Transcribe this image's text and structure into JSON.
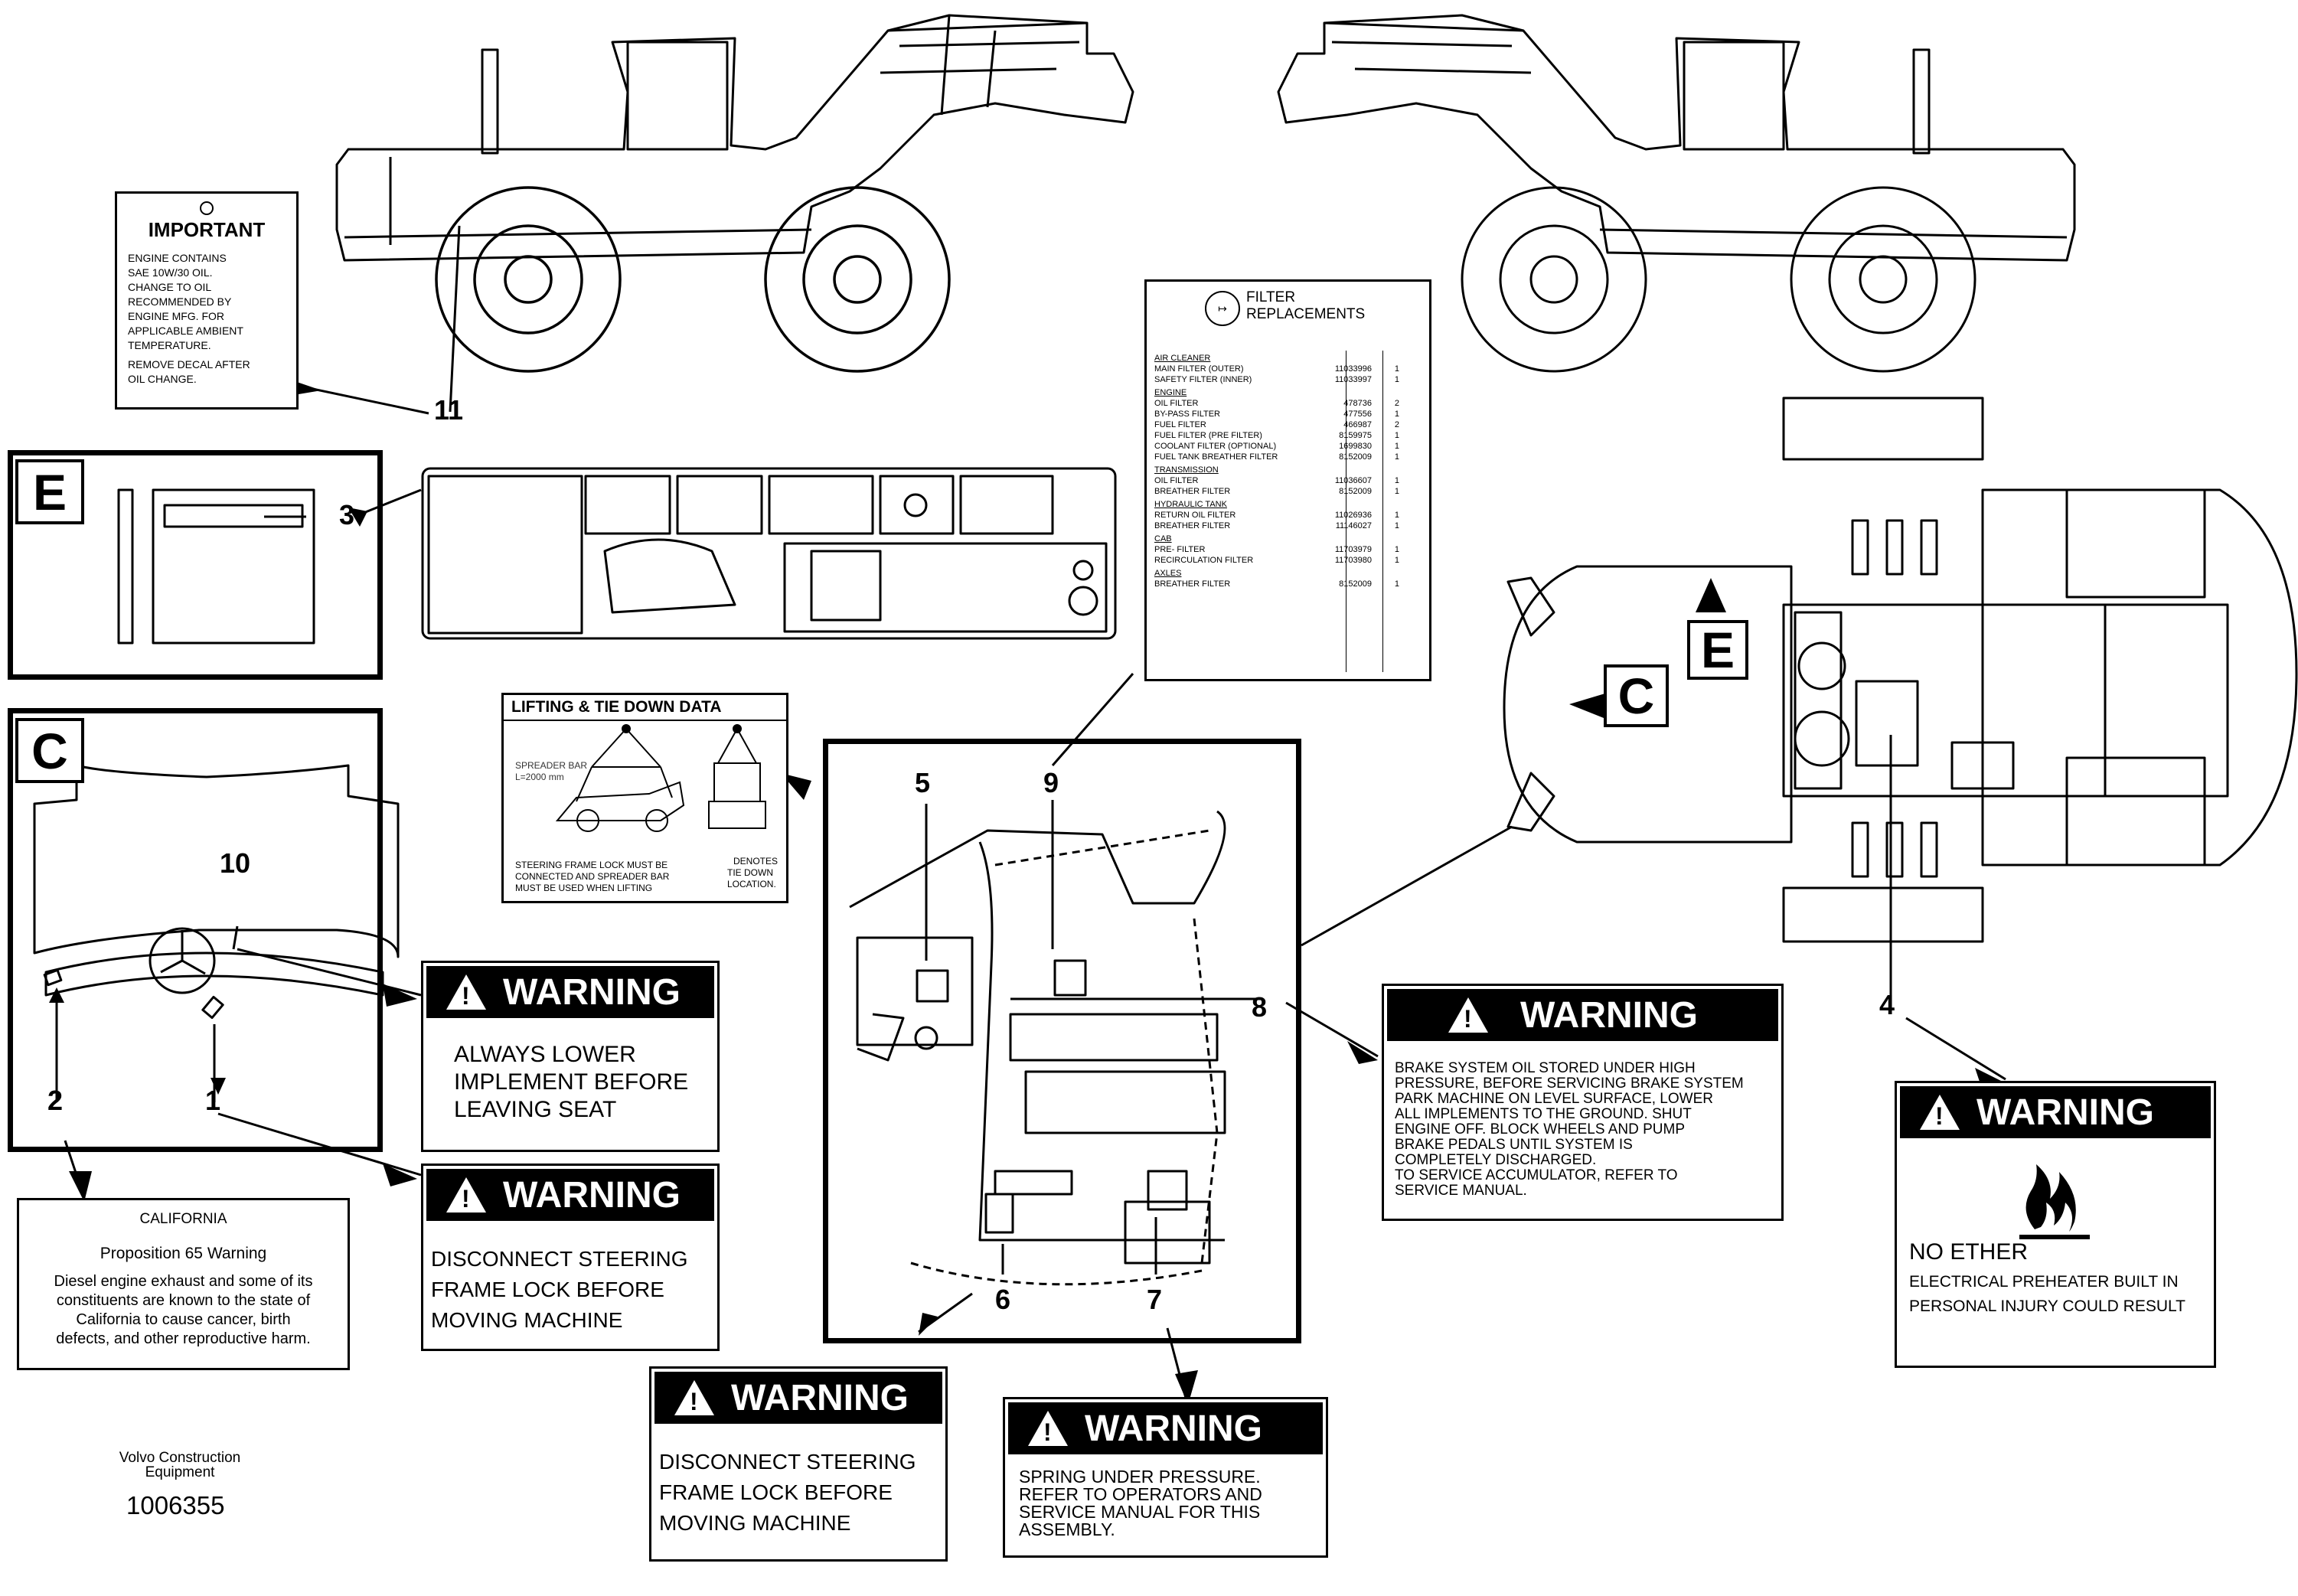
{
  "callouts": {
    "c1": "1",
    "c2": "2",
    "c3": "3",
    "c4": "4",
    "c5": "5",
    "c6": "6",
    "c7": "7",
    "c8": "8",
    "c9": "9",
    "c10": "10",
    "c11": "11"
  },
  "section_letters": {
    "e": "E",
    "c": "C"
  },
  "important_decal": {
    "title": "IMPORTANT",
    "lines": [
      "ENGINE CONTAINS",
      "SAE 10W/30 OIL.",
      "CHANGE TO OIL",
      "RECOMMENDED BY",
      "ENGINE MFG. FOR",
      "APPLICABLE AMBIENT",
      "TEMPERATURE.",
      "REMOVE DECAL AFTER",
      "OIL CHANGE."
    ]
  },
  "filter_decal": {
    "title_line1": "FILTER",
    "title_line2": "REPLACEMENTS",
    "sections": [
      {
        "name": "AIR CLEANER",
        "rows": [
          [
            "MAIN FILTER (OUTER)",
            "11033996",
            "1"
          ],
          [
            "SAFETY FILTER (INNER)",
            "11033997",
            "1"
          ]
        ]
      },
      {
        "name": "ENGINE",
        "rows": [
          [
            "OIL FILTER",
            "478736",
            "2"
          ],
          [
            "BY-PASS FILTER",
            "477556",
            "1"
          ],
          [
            "FUEL FILTER",
            "466987",
            "2"
          ],
          [
            "FUEL FILTER (PRE FILTER)",
            "8159975",
            "1"
          ],
          [
            "COOLANT FILTER (OPTIONAL)",
            "1699830",
            "1"
          ],
          [
            "FUEL TANK BREATHER FILTER",
            "8152009",
            "1"
          ]
        ]
      },
      {
        "name": "TRANSMISSION",
        "rows": [
          [
            "OIL FILTER",
            "11036607",
            "1"
          ],
          [
            "BREATHER FILTER",
            "8152009",
            "1"
          ]
        ]
      },
      {
        "name": "HYDRAULIC TANK",
        "rows": [
          [
            "RETURN OIL FILTER",
            "11026936",
            "1"
          ],
          [
            "BREATHER FILTER",
            "11146027",
            "1"
          ]
        ]
      },
      {
        "name": "CAB",
        "rows": [
          [
            "PRE- FILTER",
            "11703979",
            "1"
          ],
          [
            "RECIRCULATION FILTER",
            "11703980",
            "1"
          ]
        ]
      },
      {
        "name": "AXLES",
        "rows": [
          [
            "BREATHER FILTER",
            "8152009",
            "1"
          ]
        ]
      }
    ]
  },
  "lifting_decal": {
    "title": "LIFTING & TIE DOWN DATA",
    "spreader_line1": "SPREADER BAR",
    "spreader_line2": "L=2000 mm",
    "note_line1": "STEERING FRAME LOCK MUST BE",
    "note_line2": "CONNECTED AND SPREADER BAR",
    "note_line3": "MUST BE USED WHEN LIFTING",
    "denotes_line1": "DENOTES",
    "denotes_line2": "TIE DOWN",
    "denotes_line3": "LOCATION."
  },
  "warnings": {
    "lower_implement": {
      "head": "WARNING",
      "text": [
        "ALWAYS LOWER",
        "IMPLEMENT BEFORE",
        "LEAVING SEAT"
      ]
    },
    "steering_lock_1": {
      "head": "WARNING",
      "text": [
        "DISCONNECT STEERING",
        "FRAME LOCK BEFORE",
        "MOVING MACHINE"
      ]
    },
    "steering_lock_6": {
      "head": "WARNING",
      "text": [
        "DISCONNECT STEERING",
        "FRAME LOCK BEFORE",
        "MOVING MACHINE"
      ]
    },
    "spring": {
      "head": "WARNING",
      "text": [
        "SPRING UNDER PRESSURE.",
        "REFER TO OPERATORS AND",
        "SERVICE MANUAL FOR THIS",
        "ASSEMBLY."
      ]
    },
    "brake": {
      "head": "WARNING",
      "text": [
        "BRAKE SYSTEM OIL STORED UNDER HIGH",
        "PRESSURE, BEFORE SERVICING BRAKE SYSTEM",
        "PARK MACHINE ON LEVEL SURFACE, LOWER",
        "ALL IMPLEMENTS TO THE GROUND. SHUT",
        "ENGINE OFF. BLOCK WHEELS AND PUMP",
        "BRAKE PEDALS UNTIL SYSTEM IS",
        "COMPLETELY DISCHARGED.",
        "TO SERVICE ACCUMULATOR, REFER TO",
        "SERVICE MANUAL."
      ]
    },
    "ether": {
      "head": "WARNING",
      "subhead": "NO ETHER",
      "text": [
        "ELECTRICAL PREHEATER BUILT IN",
        "PERSONAL INJURY COULD RESULT"
      ]
    }
  },
  "california": {
    "title": "CALIFORNIA",
    "subtitle": "Proposition 65 Warning",
    "text": [
      "Diesel engine exhaust and some of its",
      "constituents are known to the state of",
      "California to cause cancer, birth",
      "defects, and other reproductive harm."
    ]
  },
  "footer": {
    "company_line1": "Volvo Construction",
    "company_line2": "Equipment",
    "part_number": "1006355"
  }
}
